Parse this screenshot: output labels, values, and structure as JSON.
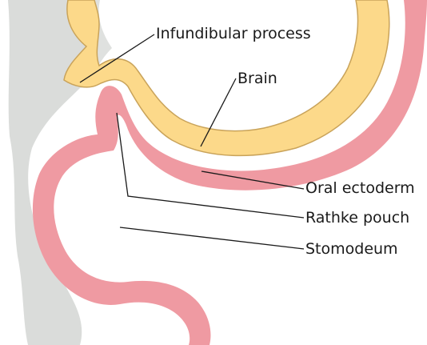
{
  "diagram": {
    "labels": {
      "infundibular_process": "Infundibular process",
      "brain": "Brain",
      "oral_ectoderm": "Oral ectoderm",
      "rathke_pouch": "Rathke pouch",
      "stomodeum": "Stomodeum"
    },
    "colors": {
      "brain_fill": "#fcd98a",
      "brain_edge": "#c9a35a",
      "ectoderm_fill": "#ef9aa2",
      "mesenchyme_fill": "#d6d8d6",
      "leader_line": "#1a1a1a"
    }
  }
}
